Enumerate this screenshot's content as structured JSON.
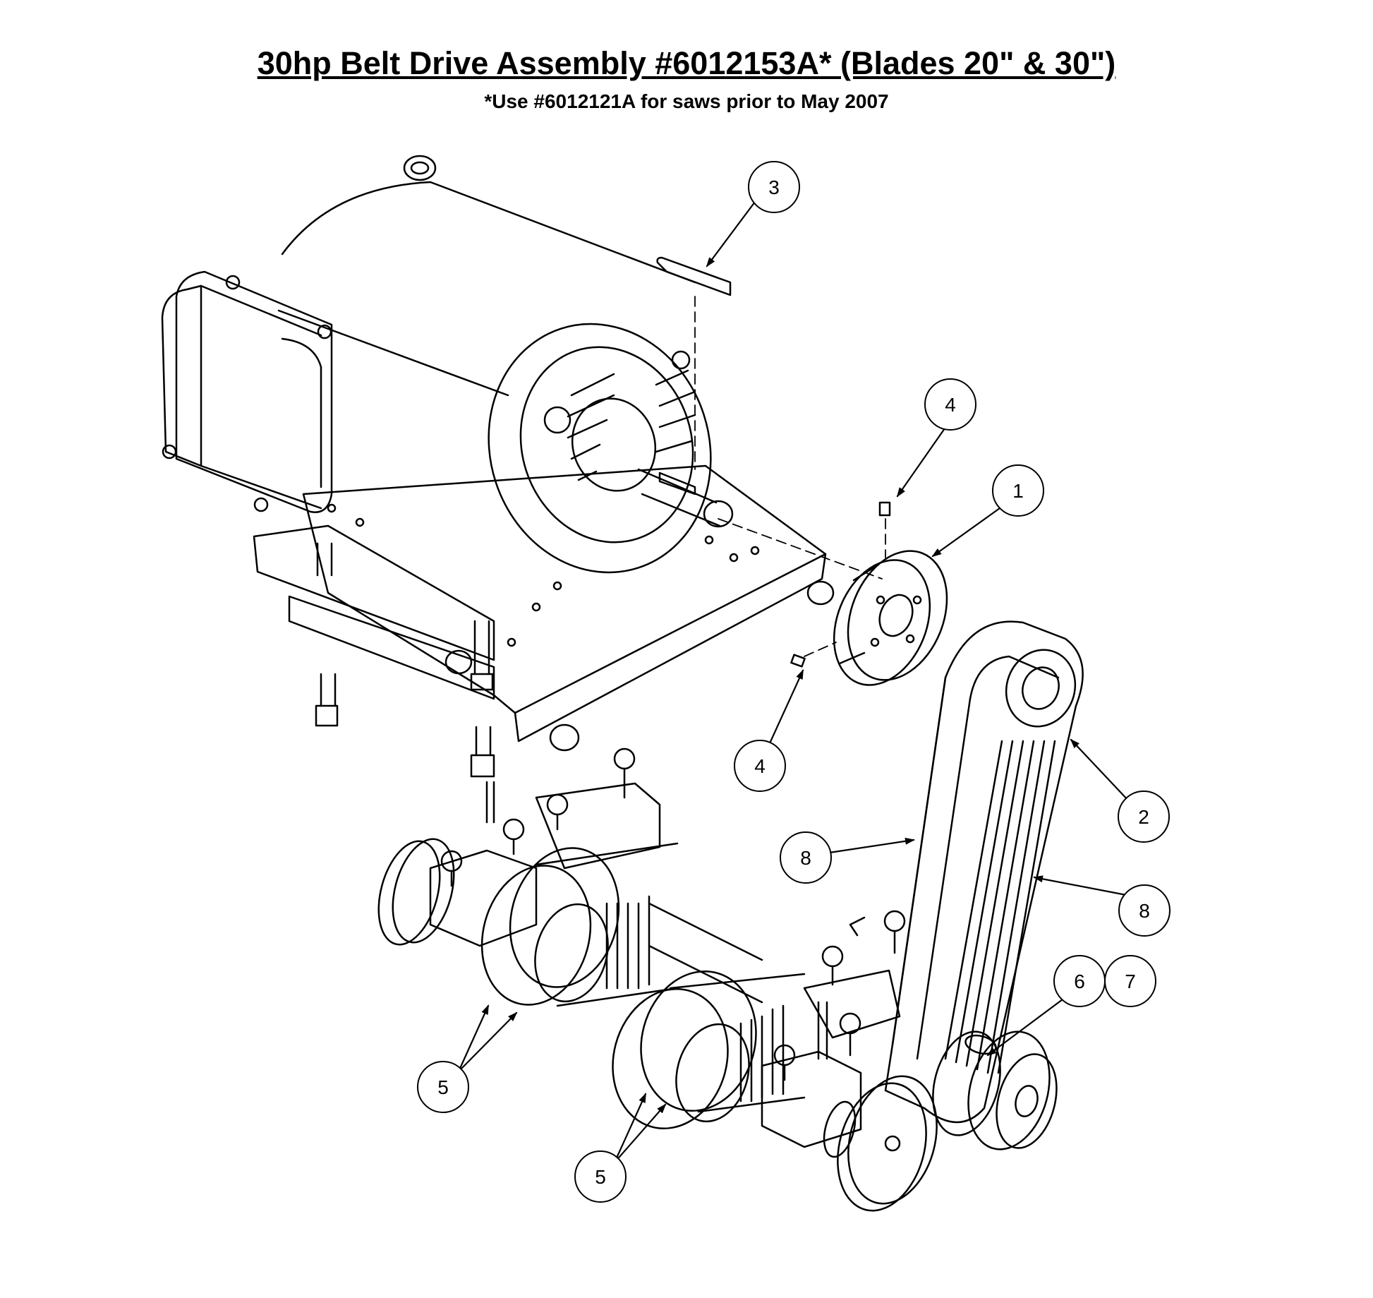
{
  "title": "30hp Belt Drive Assembly #6012153A* (Blades 20\" & 30\")",
  "subtitle": "*Use #6012121A for saws prior to May 2007",
  "callouts": [
    {
      "label": "1"
    },
    {
      "label": "2"
    },
    {
      "label": "3"
    },
    {
      "label": "4"
    },
    {
      "label": "4"
    },
    {
      "label": "5"
    },
    {
      "label": "5"
    },
    {
      "label": "6"
    },
    {
      "label": "7"
    },
    {
      "label": "8"
    },
    {
      "label": "8"
    }
  ]
}
